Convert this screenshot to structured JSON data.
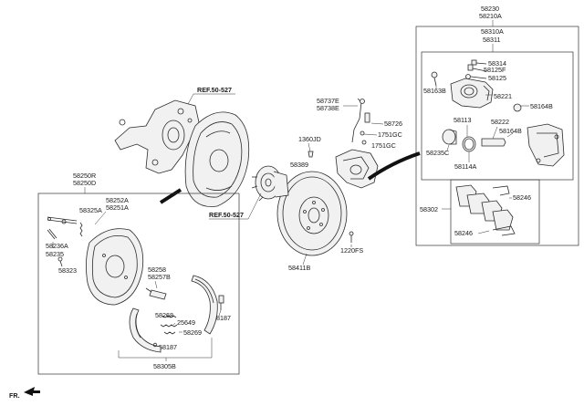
{
  "labels": {
    "p58230": "58230",
    "p58210a": "58210A",
    "p58310a": "58310A",
    "p58311": "58311",
    "p58314": "58314",
    "p58125f": "58125F",
    "p58125": "58125",
    "p58163b": "58163B",
    "p58221": "58221",
    "p58164b_top": "58164B",
    "p58113": "58113",
    "p58222": "58222",
    "p58164b_bot": "58164B",
    "p58235c": "58235C",
    "p58114a": "58114A",
    "p58302": "58302",
    "p58246_top": "58246",
    "p58246_bot": "58246",
    "p58737e": "58737E",
    "p58738e": "58738E",
    "p58726": "58726",
    "p1751gc_a": "1751GC",
    "p1751gc_b": "1751GC",
    "p1360jd": "1360JD",
    "p58389": "58389",
    "p58411b": "58411B",
    "p1220fs": "1220FS",
    "ref_top": "REF.50-527",
    "ref_mid": "REF.50-527",
    "p58250r": "58250R",
    "p58250d": "58250D",
    "p58252a": "58252A",
    "p58251a": "58251A",
    "p58325a": "58325A",
    "p58236a": "58236A",
    "p58235": "58235",
    "p58323": "58323",
    "p58258": "58258",
    "p58257b": "58257B",
    "p58268": "58268",
    "p25649": "25649",
    "p58269": "58269",
    "p58187_right": "58187",
    "p58187_bot": "58187",
    "p58305b": "58305B",
    "front": "FR."
  }
}
